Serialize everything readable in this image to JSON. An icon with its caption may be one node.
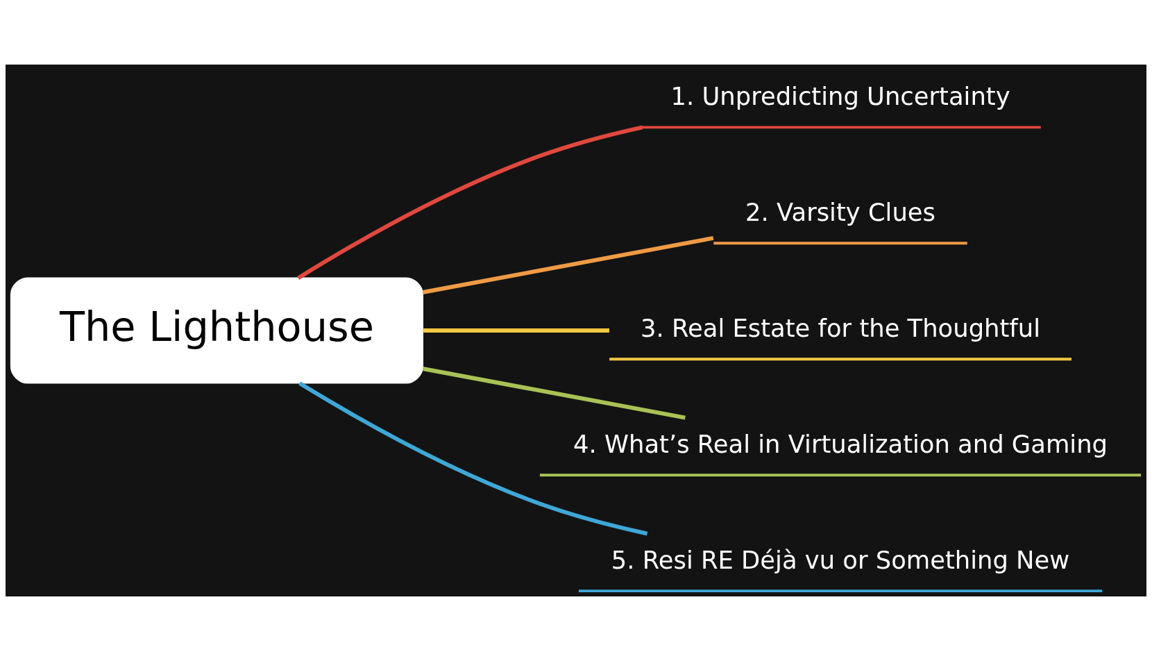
{
  "diagram": {
    "nodes": [
      {
        "text": [
          "The Lighthouse"
        ]
      },
      {
        "text": [
          "1. Unpredicting Uncertainty"
        ]
      },
      {
        "text": [
          "2. Varsity Clues"
        ]
      },
      {
        "text": [
          "3. Real Estate for the Thoughtful"
        ]
      },
      {
        "text": [
          "4. What’s Real in Virtualization and Gaming"
        ]
      },
      {
        "text": [
          "5. Resi RE Déjà vu or Something New"
        ]
      }
    ],
    "edges": [
      {
        "from": 0,
        "to": 1,
        "arrow": "none",
        "color": "#e0483e"
      },
      {
        "from": 0,
        "to": 2,
        "arrow": "none",
        "color": "#ef9a45"
      },
      {
        "from": 0,
        "to": 3,
        "arrow": "none",
        "color": "#f5c842"
      },
      {
        "from": 0,
        "to": 4,
        "arrow": "none",
        "color": "#a8c256"
      },
      {
        "from": 0,
        "to": 5,
        "arrow": "none",
        "color": "#3fa7d6"
      }
    ]
  }
}
